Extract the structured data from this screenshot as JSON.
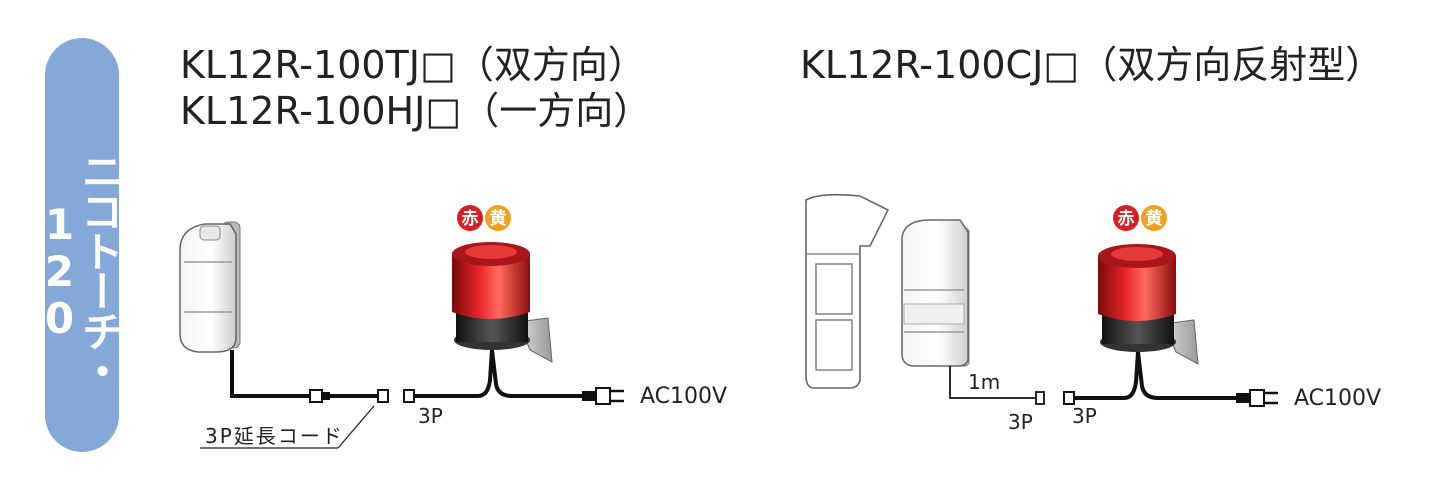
{
  "badge": {
    "text": "ニコトーチ・120"
  },
  "left": {
    "model_line1": "KL12R-100TJ□（双方向）",
    "model_line2": "KL12R-100HJ□（一方向）",
    "lamp_colors": [
      "赤",
      "黄"
    ],
    "connector_label": "3P",
    "power_label": "AC100V",
    "extension_label": "3P延長コード"
  },
  "right": {
    "model_line1": "KL12R-100CJ□（双方向反射型）",
    "lamp_colors": [
      "赤",
      "黄"
    ],
    "cable_length": "1m",
    "sensor_connector": "3P",
    "connector_label": "3P",
    "power_label": "AC100V"
  },
  "colors": {
    "badge": "#84a9d8",
    "lamp_red": "#d91f26",
    "lamp_yellow": "#f0a020",
    "cable": "#111111"
  }
}
